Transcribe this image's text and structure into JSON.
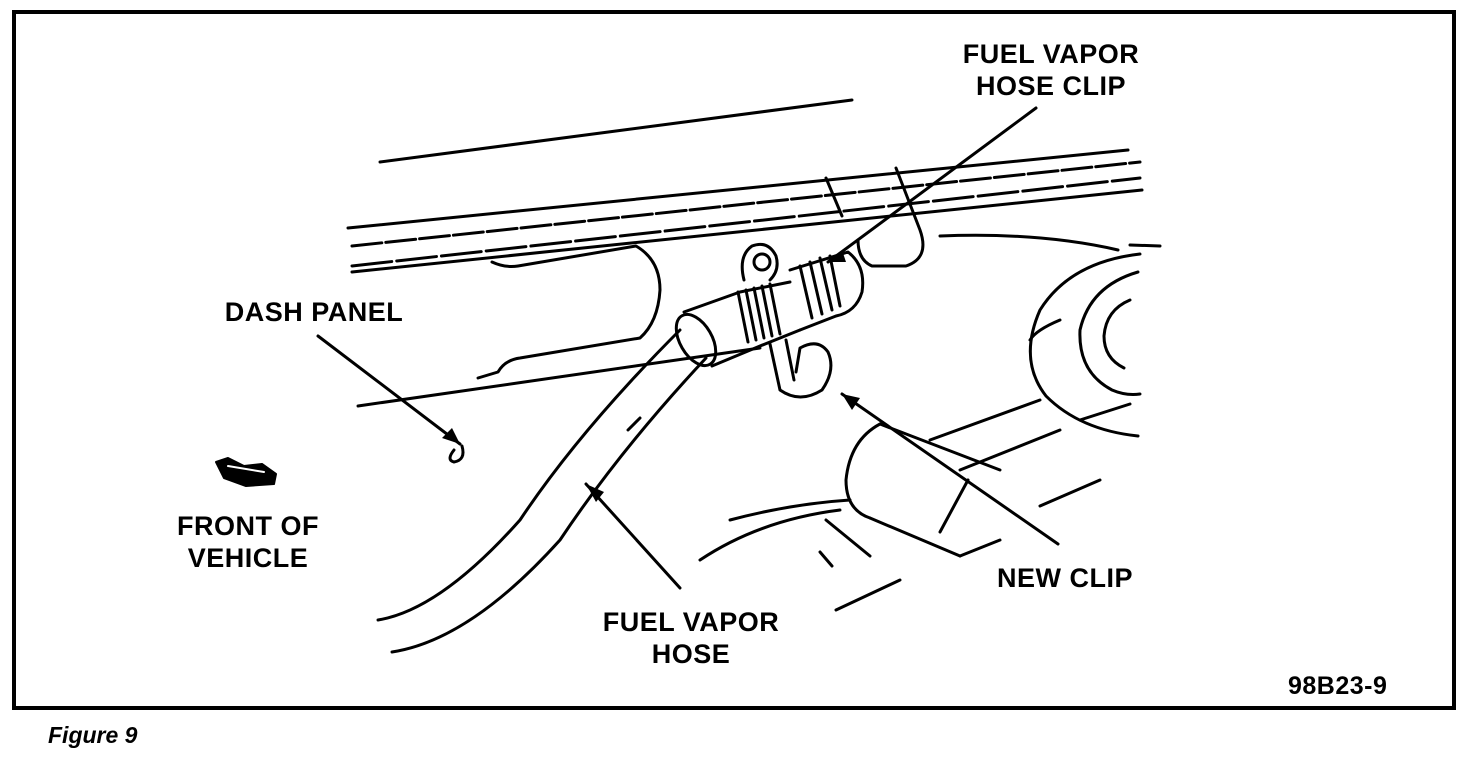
{
  "figure": {
    "caption": "Figure 9",
    "code": "98B23-9"
  },
  "labels": {
    "fuel_vapor_hose_clip": {
      "line1": "FUEL VAPOR",
      "line2": "HOSE CLIP"
    },
    "dash_panel": "DASH PANEL",
    "front_of_vehicle": {
      "line1": "FRONT OF",
      "line2": "VEHICLE"
    },
    "new_clip": "NEW CLIP",
    "fuel_vapor_hose": {
      "line1": "FUEL VAPOR",
      "line2": "HOSE"
    }
  }
}
